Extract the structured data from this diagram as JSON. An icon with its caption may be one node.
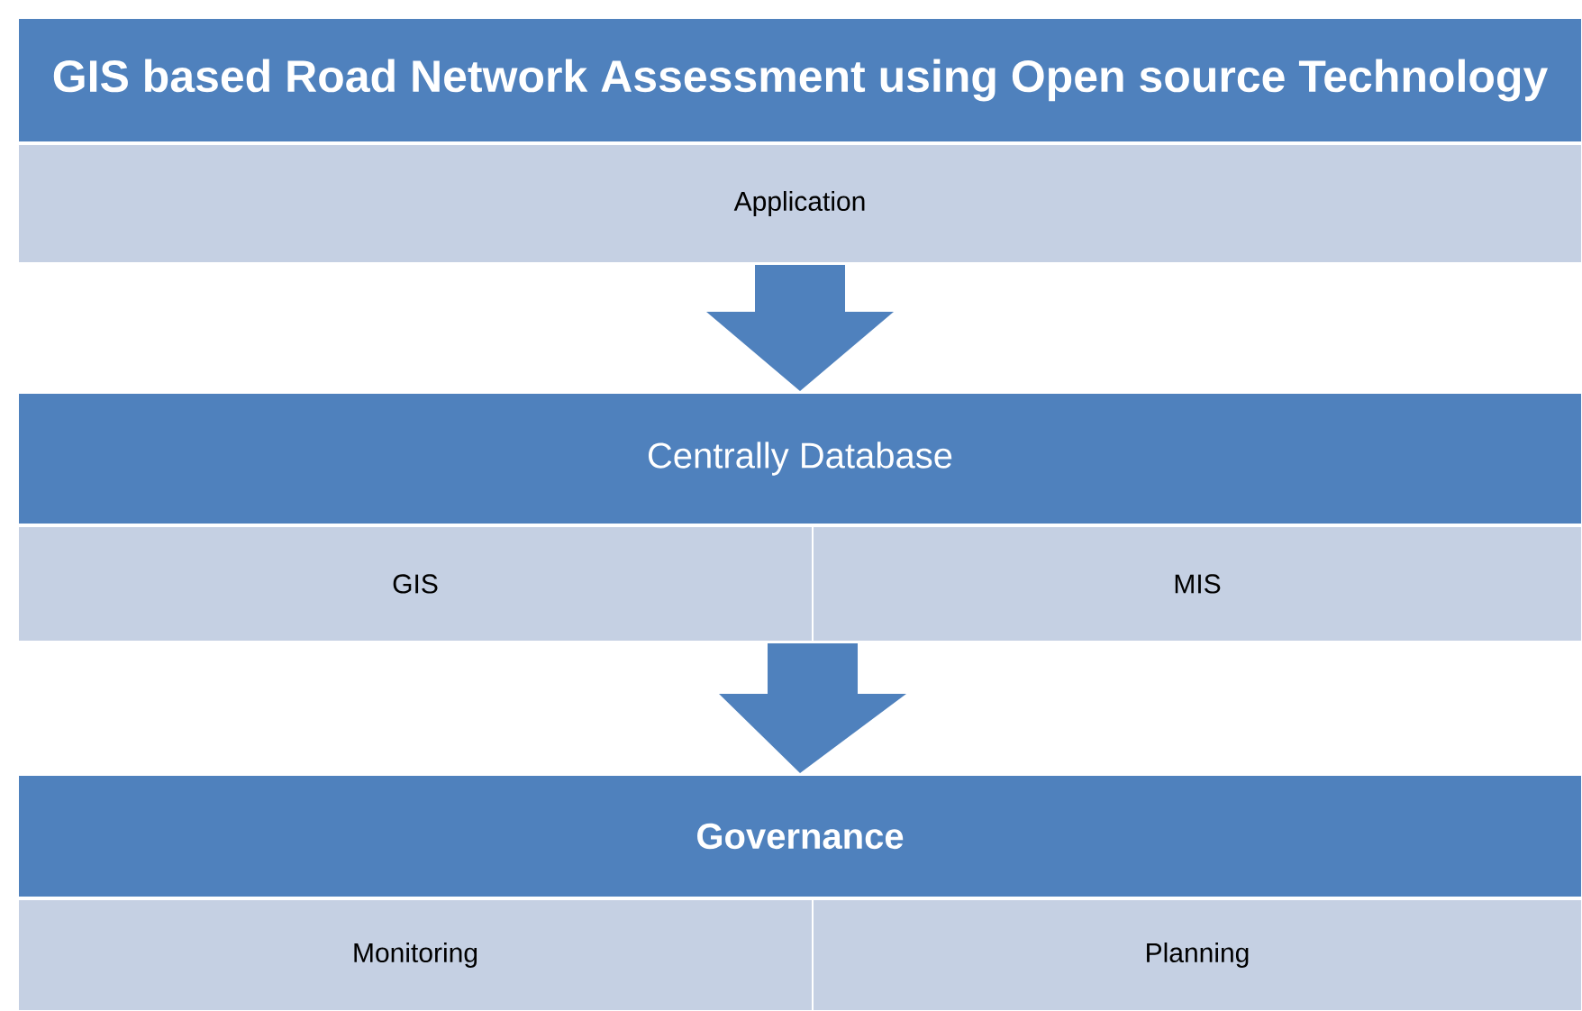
{
  "diagram": {
    "nodes": [
      {
        "text": [
          "GIS based Road Network Assessment using Open source Technology"
        ]
      },
      {
        "text": [
          "Application"
        ]
      },
      {
        "text": [
          "Centrally Database"
        ]
      },
      {
        "text": [
          "GIS"
        ]
      },
      {
        "text": [
          "MIS"
        ]
      },
      {
        "text": [
          "Governance"
        ]
      },
      {
        "text": [
          "Monitoring"
        ]
      },
      {
        "text": [
          "Planning"
        ]
      }
    ],
    "edges": [
      {
        "from": 1,
        "to": 2,
        "arrow": "to"
      },
      {
        "from": 3,
        "to": 5,
        "arrow": "to"
      },
      {
        "from": 4,
        "to": 5,
        "arrow": "to"
      }
    ]
  }
}
